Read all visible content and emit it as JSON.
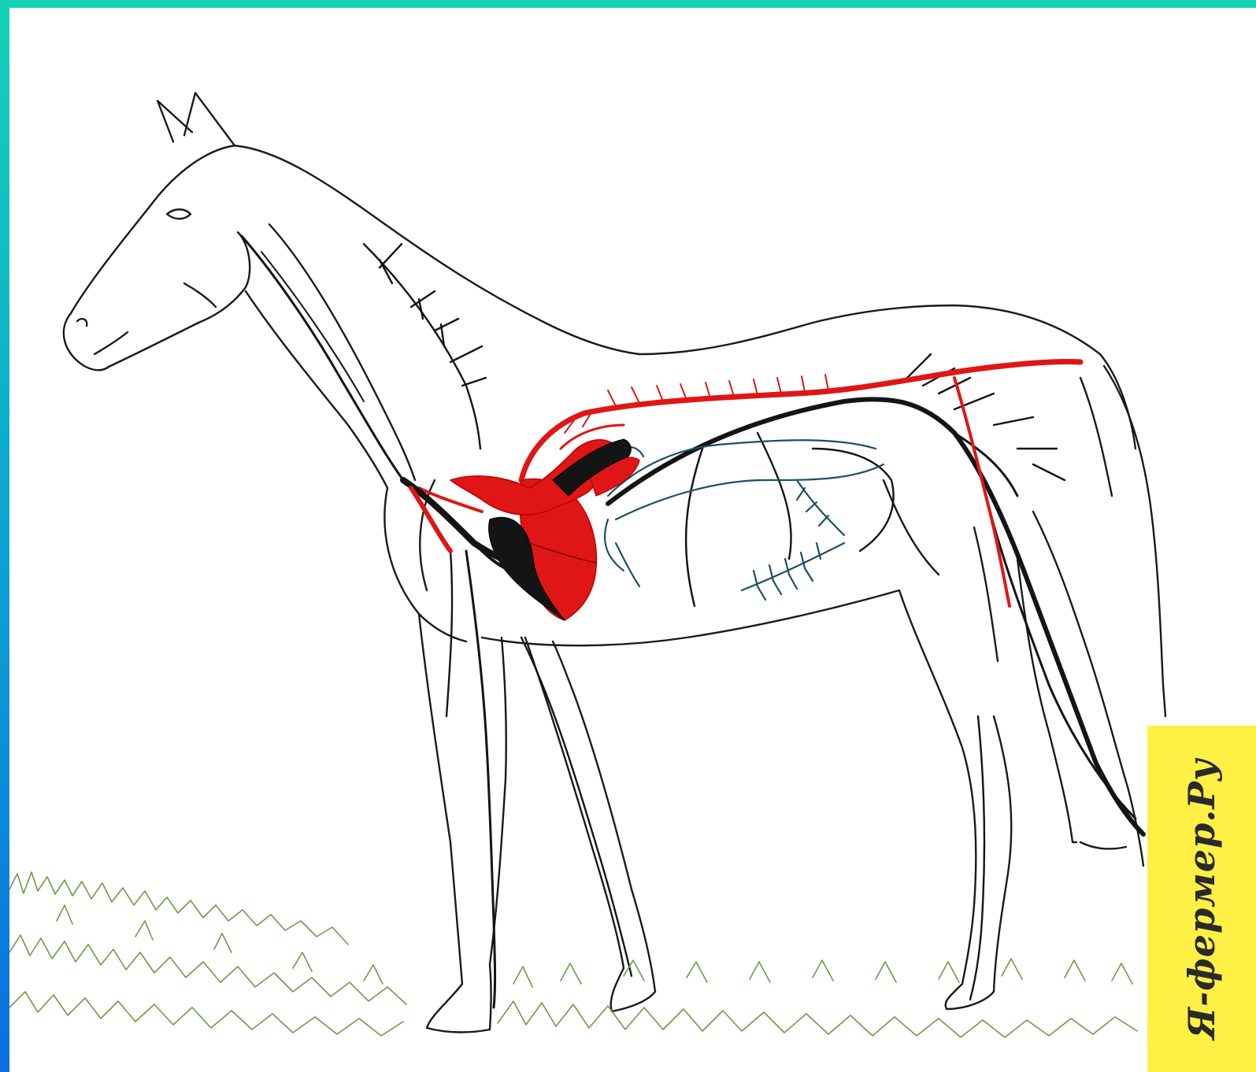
{
  "watermark": {
    "text": "Я-фермер.Ру"
  },
  "colors": {
    "frame_top": "#14d3b7",
    "frame_bottom": "#0a6fe0",
    "artery": "#e01616",
    "vein": "#141414",
    "vessel_blue": "#1d4f66",
    "outline": "#1a1a1a",
    "grass": "#6f9a45",
    "watermark_bg": "#fff045"
  },
  "icons": [
    "heart-icon",
    "horse-outline",
    "grass-strip"
  ]
}
